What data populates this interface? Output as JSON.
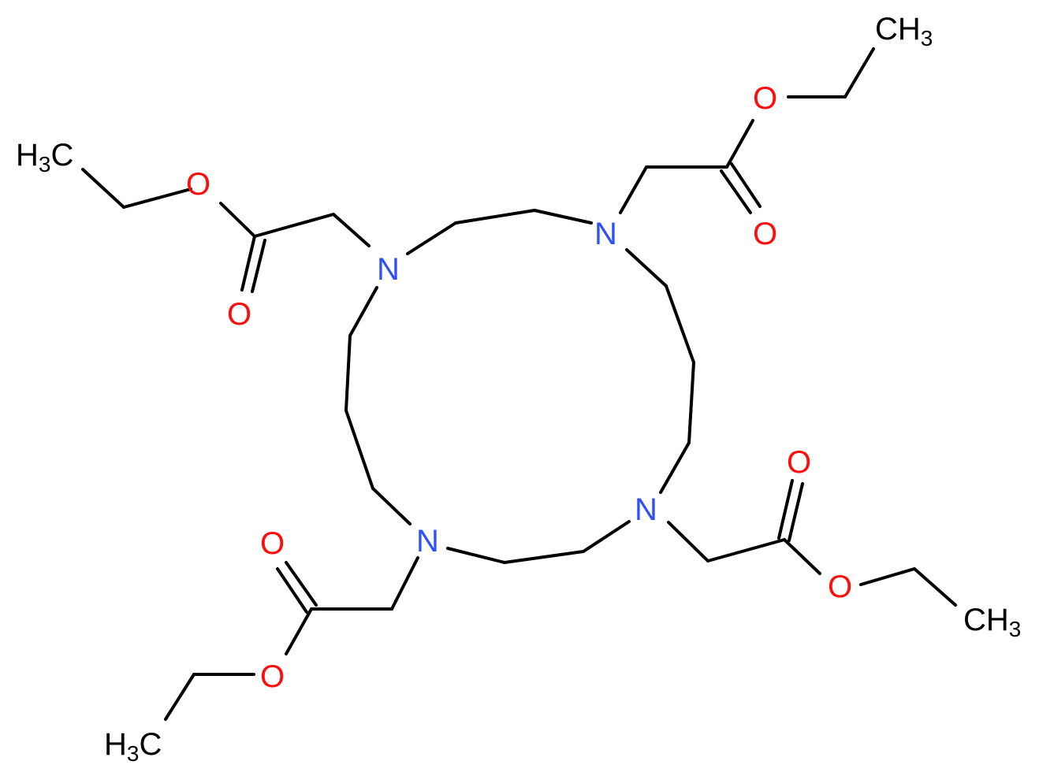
{
  "molecule": {
    "colors": {
      "carbon": "#000000",
      "nitrogen": "#3050F8",
      "oxygen": "#FF0D0D",
      "background": "#ffffff"
    },
    "atoms": [
      {
        "id": "n1",
        "element": "N",
        "label": "N"
      },
      {
        "id": "n2",
        "element": "N",
        "label": "N"
      },
      {
        "id": "n3",
        "element": "N",
        "label": "N"
      },
      {
        "id": "n4",
        "element": "N",
        "label": "N"
      },
      {
        "id": "o1a",
        "element": "O",
        "label": "O"
      },
      {
        "id": "o1b",
        "element": "O",
        "label": "O"
      },
      {
        "id": "o2a",
        "element": "O",
        "label": "O"
      },
      {
        "id": "o2b",
        "element": "O",
        "label": "O"
      },
      {
        "id": "o3a",
        "element": "O",
        "label": "O"
      },
      {
        "id": "o3b",
        "element": "O",
        "label": "O"
      },
      {
        "id": "o4a",
        "element": "O",
        "label": "O"
      },
      {
        "id": "o4b",
        "element": "O",
        "label": "O"
      },
      {
        "id": "me1",
        "element": "C",
        "label": "H",
        "subscript": "3",
        "suffix": "C"
      },
      {
        "id": "me2",
        "element": "C",
        "label": "C",
        "suffix": "H",
        "subscript": "3"
      },
      {
        "id": "me3",
        "element": "C",
        "label": "C",
        "suffix": "H",
        "subscript": "3"
      },
      {
        "id": "me4",
        "element": "C",
        "label": "H",
        "subscript": "3",
        "suffix": "C"
      }
    ]
  }
}
